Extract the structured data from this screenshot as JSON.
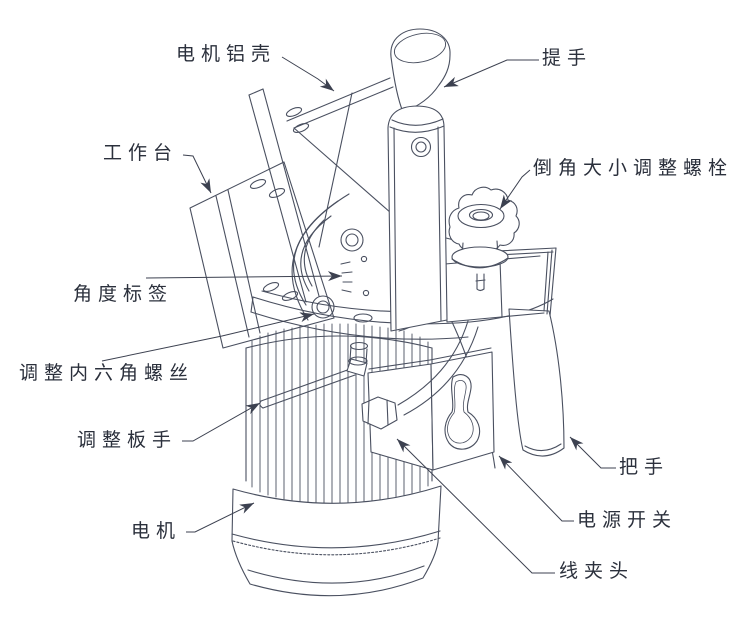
{
  "diagram": {
    "labels": {
      "motor_shell": "电机铝壳",
      "carry_handle": "提手",
      "worktable": "工作台",
      "chamfer_adjust_bolt": "倒角大小调整螺栓",
      "angle_scale_label": "角度标签",
      "hex_adjust_screw": "调整内六角螺丝",
      "adjust_wrench": "调整板手",
      "motor": "电机",
      "grip_handle": "把手",
      "power_switch": "电源开关",
      "cable_clamp": "线夹头"
    },
    "colors": {
      "line": "#4a5060",
      "text": "#2b303c",
      "background": "#ffffff"
    }
  }
}
